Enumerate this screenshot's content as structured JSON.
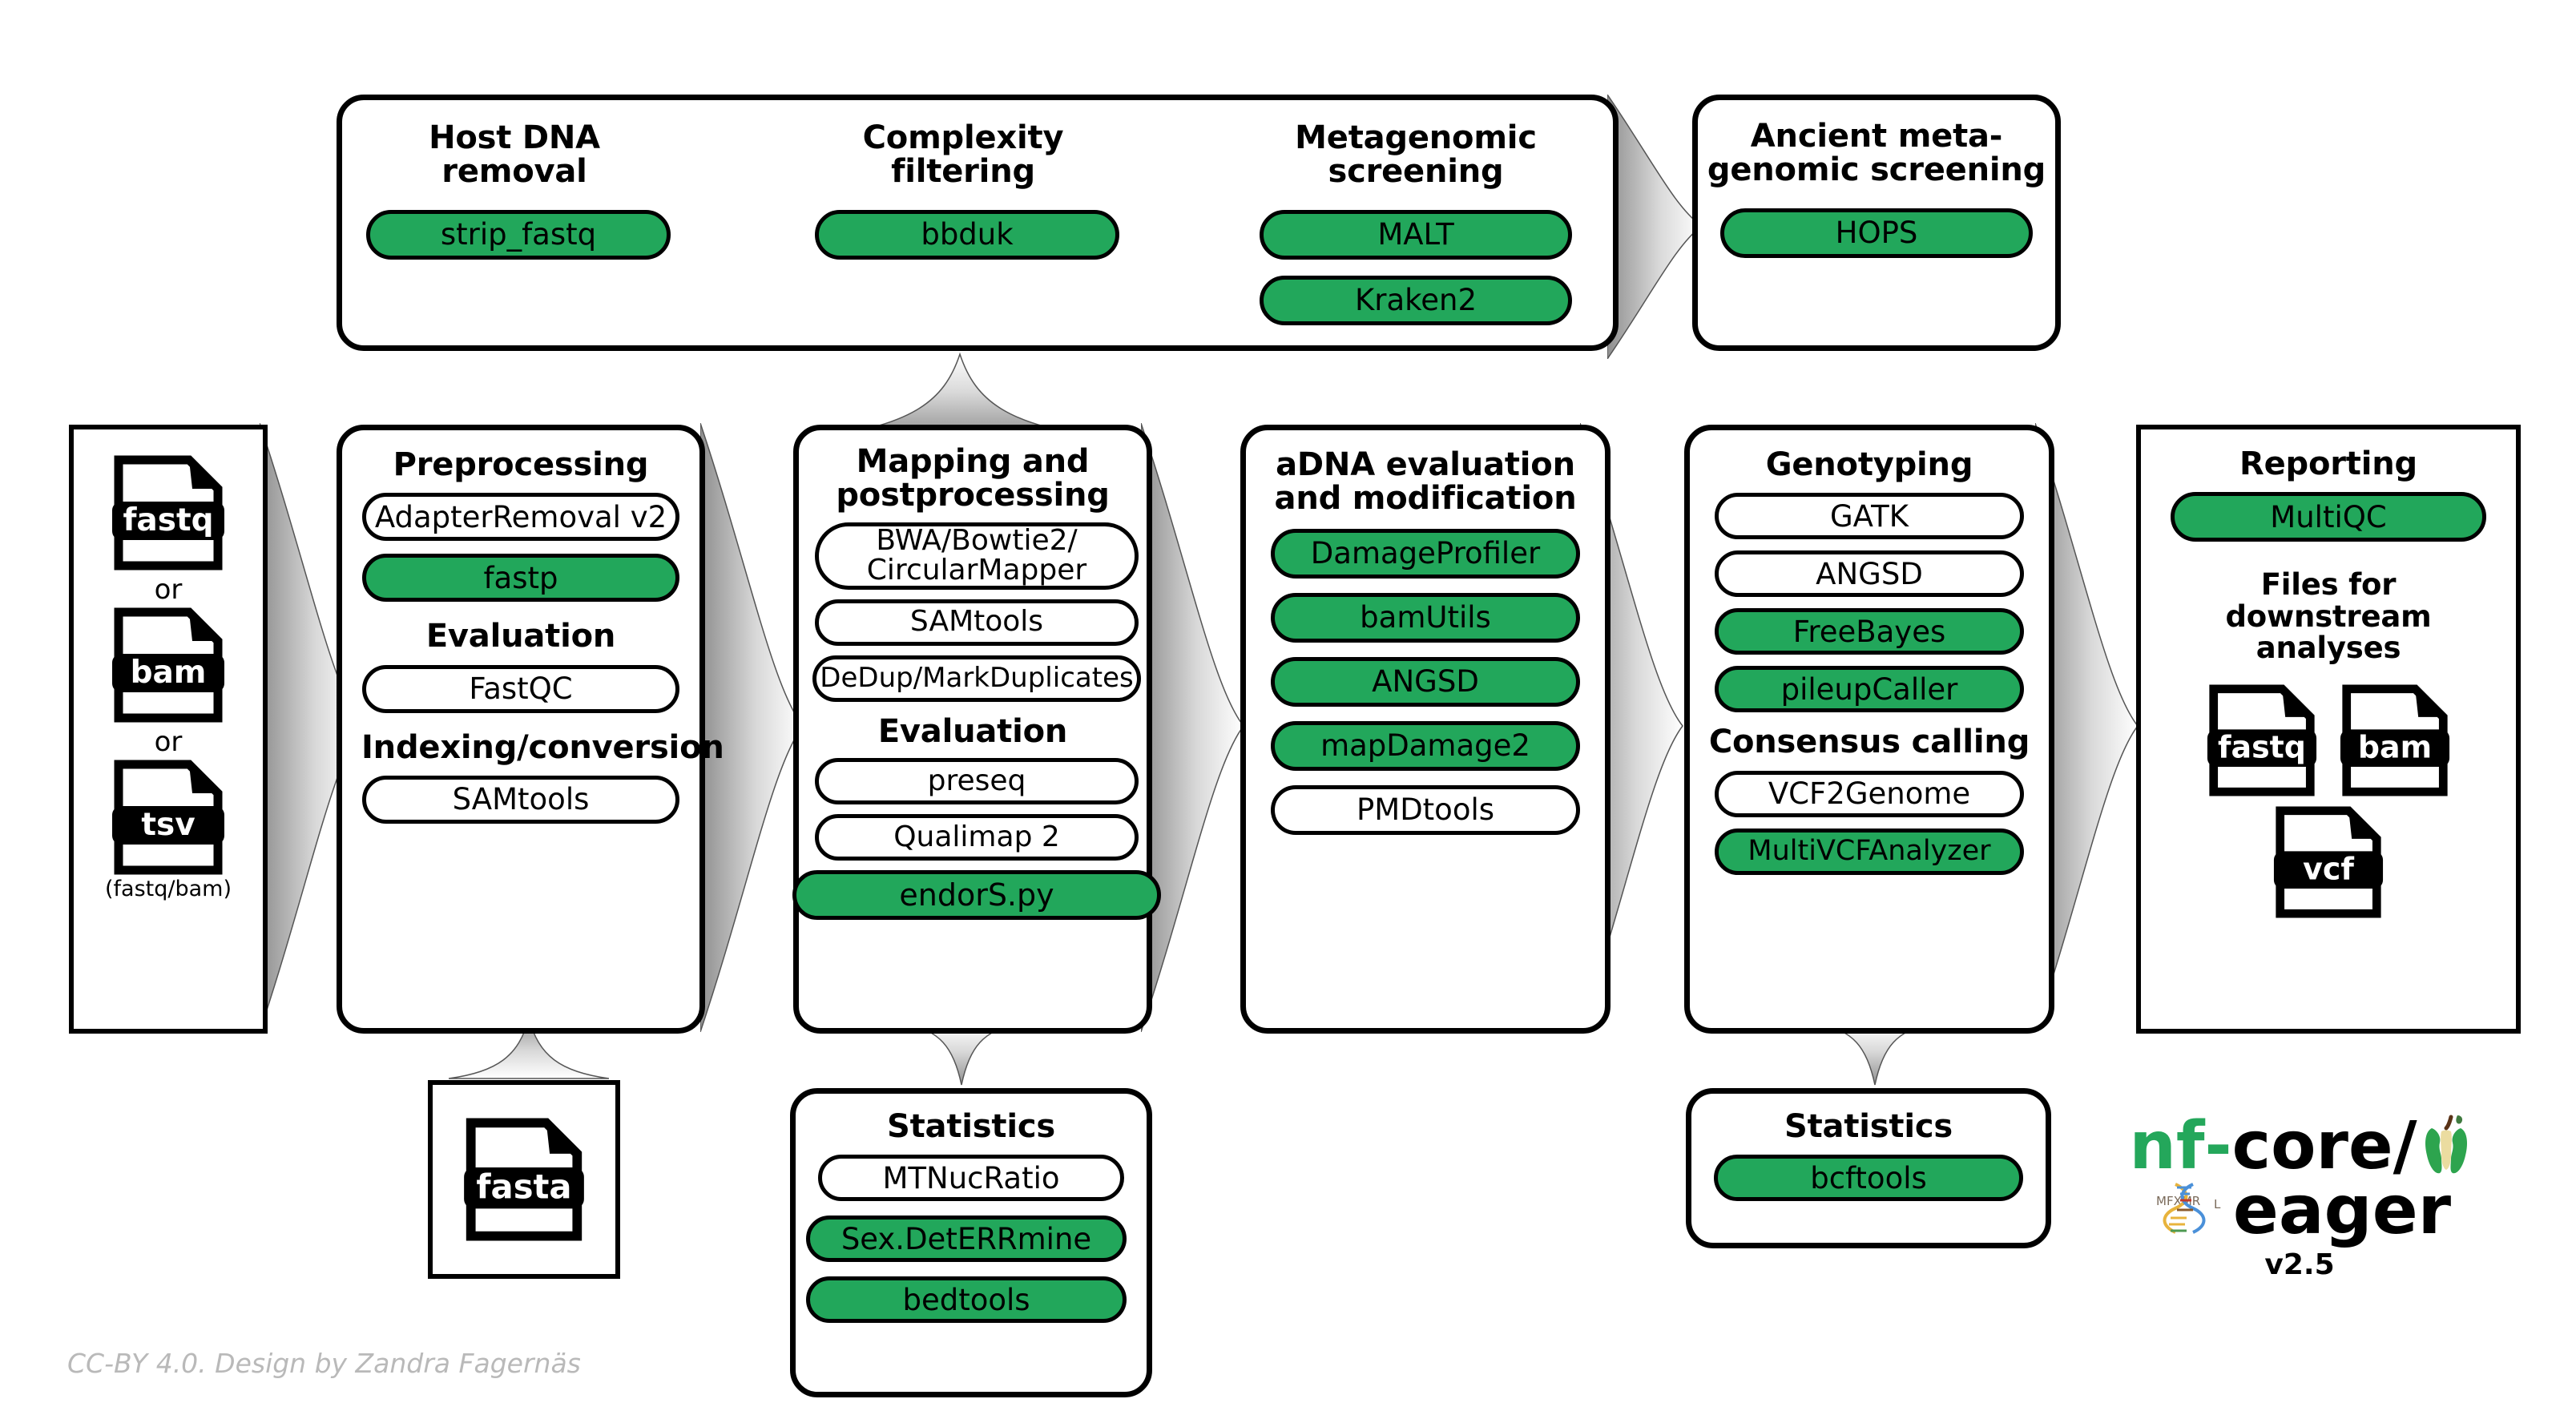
{
  "credit": "CC-BY 4.0. Design by Zandra Fagernäs",
  "input_box": {
    "name": "input-files",
    "items": [
      {
        "type": "file",
        "label": "fastq"
      },
      {
        "type": "or",
        "label": "or"
      },
      {
        "type": "file",
        "label": "bam"
      },
      {
        "type": "or",
        "label": "or"
      },
      {
        "type": "file",
        "label": "tsv"
      },
      {
        "type": "note",
        "label": "(fastq/bam)"
      }
    ]
  },
  "screening_box": {
    "columns": [
      {
        "title": "Host DNA\nremoval",
        "title_lines": [
          "Host DNA",
          "removal"
        ],
        "tools": [
          {
            "label": "strip_fastq",
            "green": true
          }
        ]
      },
      {
        "title": "Complexity\nfiltering",
        "title_lines": [
          "Complexity",
          "filtering"
        ],
        "tools": [
          {
            "label": "bbduk",
            "green": true
          }
        ]
      },
      {
        "title": "Metagenomic\nscreening",
        "title_lines": [
          "Metagenomic",
          "screening"
        ],
        "tools": [
          {
            "label": "MALT",
            "green": true
          },
          {
            "label": "Kraken2",
            "green": true
          }
        ]
      }
    ]
  },
  "ancient_box": {
    "title_lines": [
      "Ancient meta-",
      "genomic screening"
    ],
    "tools": [
      {
        "label": "HOPS",
        "green": true
      }
    ]
  },
  "preprocessing_box": {
    "sections": [
      {
        "heading": "Preprocessing",
        "tools": [
          {
            "label": "AdapterRemoval v2",
            "green": false
          },
          {
            "label": "fastp",
            "green": true
          }
        ]
      },
      {
        "heading": "Evaluation",
        "tools": [
          {
            "label": "FastQC",
            "green": false
          }
        ]
      },
      {
        "heading": "Indexing/conversion",
        "tools": [
          {
            "label": "SAMtools",
            "green": false
          }
        ]
      }
    ]
  },
  "mapping_box": {
    "sections": [
      {
        "heading_lines": [
          "Mapping and",
          "postprocessing"
        ],
        "tools": [
          {
            "label": "BWA/Bowtie2/\nCircularMapper",
            "label_lines": [
              "BWA/Bowtie2/",
              "CircularMapper"
            ],
            "green": false,
            "two_line": true
          },
          {
            "label": "SAMtools",
            "green": false
          },
          {
            "label": "DeDup/MarkDuplicates",
            "green": false
          }
        ]
      },
      {
        "heading_lines": [
          "Evaluation"
        ],
        "tools": [
          {
            "label": "preseq",
            "green": false
          },
          {
            "label": "Qualimap 2",
            "green": false
          },
          {
            "label": "endorS.py",
            "green": true
          }
        ]
      }
    ]
  },
  "adna_box": {
    "title_lines": [
      "aDNA evaluation",
      "and modification"
    ],
    "tools": [
      {
        "label": "DamageProfiler",
        "green": true
      },
      {
        "label": "bamUtils",
        "green": true
      },
      {
        "label": "ANGSD",
        "green": true
      },
      {
        "label": "mapDamage2",
        "green": true
      },
      {
        "label": "PMDtools",
        "green": false
      }
    ]
  },
  "genotyping_box": {
    "sections": [
      {
        "heading": "Genotyping",
        "tools": [
          {
            "label": "GATK",
            "green": false
          },
          {
            "label": "ANGSD",
            "green": false
          },
          {
            "label": "FreeBayes",
            "green": true
          },
          {
            "label": "pileupCaller",
            "green": true
          }
        ]
      },
      {
        "heading": "Consensus calling",
        "tools": [
          {
            "label": "VCF2Genome",
            "green": false
          },
          {
            "label": "MultiVCFAnalyzer",
            "green": true
          }
        ]
      }
    ]
  },
  "reporting_box": {
    "title": "Reporting",
    "tools": [
      {
        "label": "MultiQC",
        "green": true
      }
    ],
    "subtitle_lines": [
      "Files for downstream",
      "analyses"
    ],
    "files": [
      {
        "label": "fastq"
      },
      {
        "label": "bam"
      },
      {
        "label": "vcf"
      }
    ]
  },
  "fasta_box": {
    "files": [
      {
        "label": "fasta"
      }
    ]
  },
  "stats_left_box": {
    "title": "Statistics",
    "tools": [
      {
        "label": "MTNucRatio",
        "green": false
      },
      {
        "label": "Sex.DetERRmine",
        "green": true
      },
      {
        "label": "bedtools",
        "green": true
      }
    ]
  },
  "stats_right_box": {
    "title": "Statistics",
    "tools": [
      {
        "label": "bcftools",
        "green": true
      }
    ]
  },
  "logo": {
    "nf": "nf",
    "dash": "-",
    "core": "core/",
    "eager": "eager",
    "version": "v2.5",
    "green": "#24A75B"
  },
  "colors": {
    "accent_green": "#22A75B",
    "outline": "#000000",
    "arrow_gradient_dark": "#9a9a9a",
    "arrow_gradient_light": "#ffffff"
  }
}
